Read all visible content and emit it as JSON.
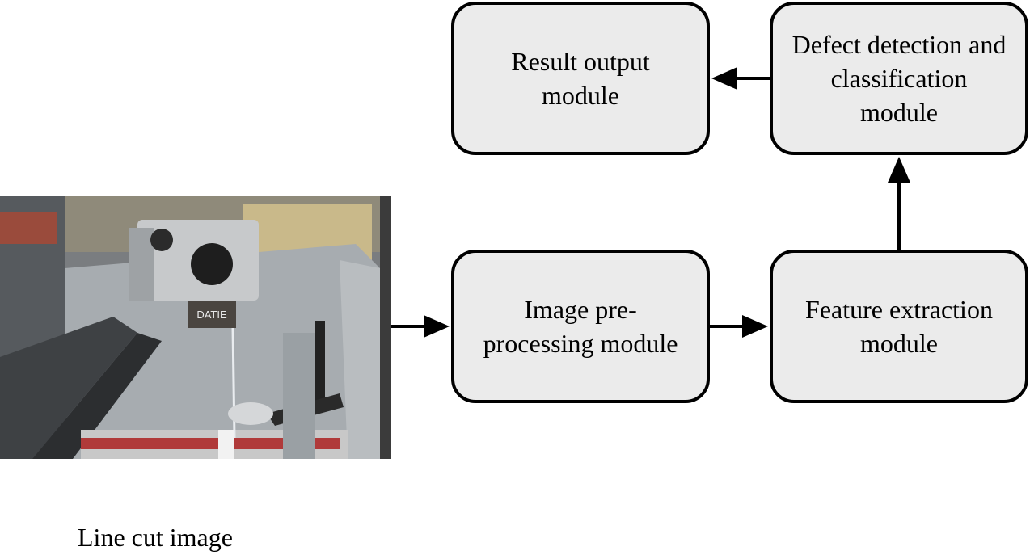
{
  "photo": {
    "brand_text": "DATIE",
    "caption": "Line cut image"
  },
  "modules": {
    "result_output": "Result output\nmodule",
    "defect_detection": "Defect detection and\nclassification\nmodule",
    "image_preprocessing": "Image pre-\nprocessing module",
    "feature_extraction": "Feature extraction\nmodule"
  },
  "colors": {
    "box_fill": "#ebebeb",
    "box_border": "#000000",
    "arrow": "#000000"
  }
}
